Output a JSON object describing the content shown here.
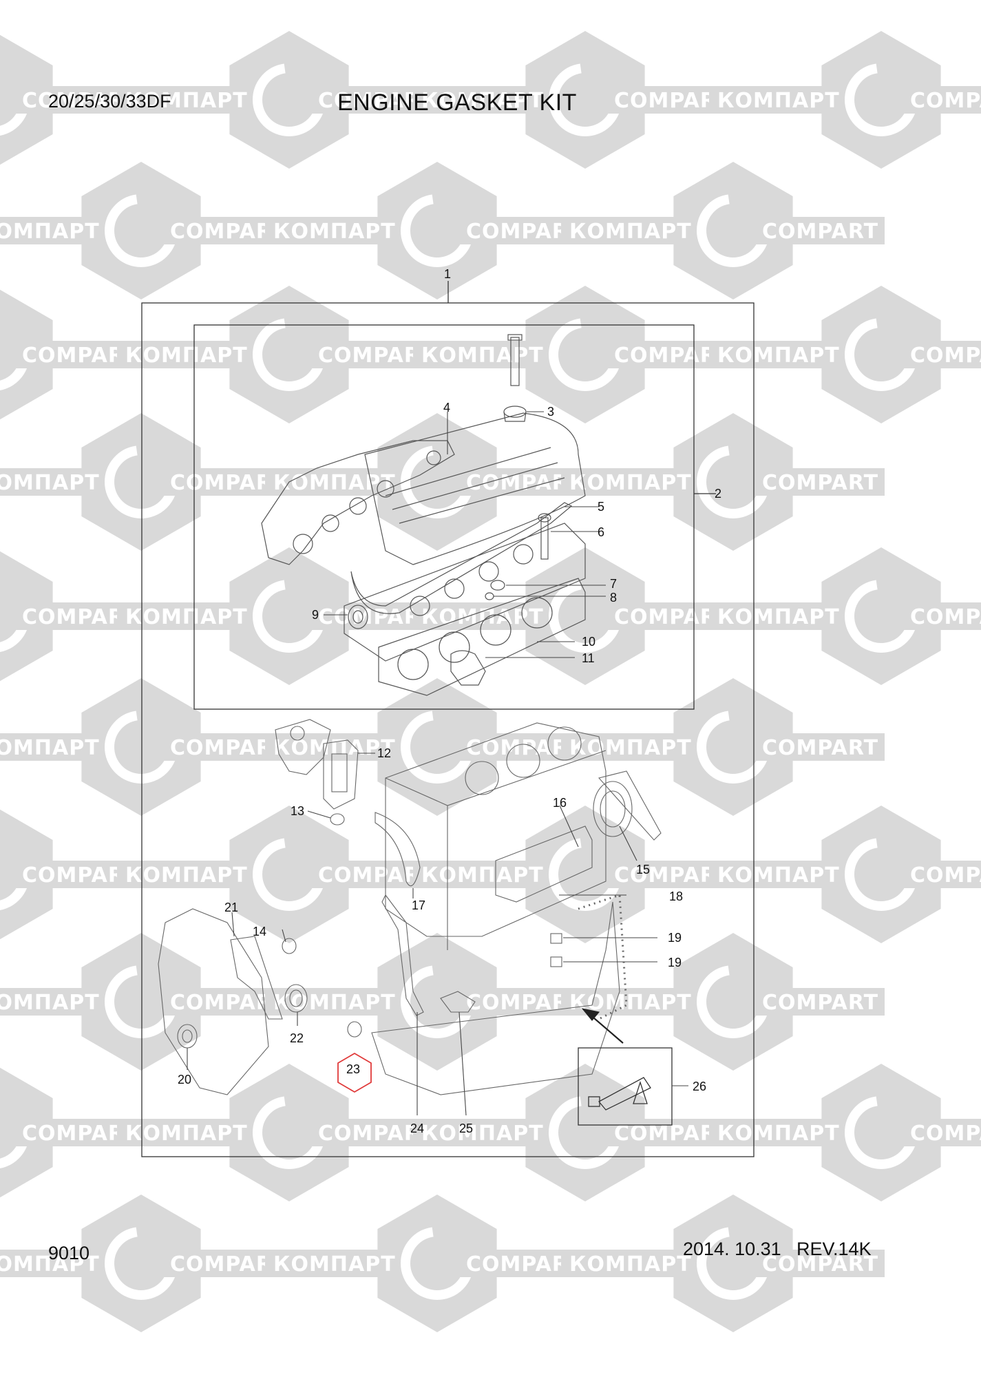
{
  "header": {
    "model": "20/25/30/33DF",
    "title": "ENGINE GASKET KIT"
  },
  "footer": {
    "page": "9010",
    "date": "2014. 10.31",
    "revision": "REV.14K"
  },
  "watermark": {
    "text_cyrillic": "КОМПАРТ",
    "text_latin": "COMPART"
  },
  "callouts": [
    "1",
    "2",
    "3",
    "4",
    "5",
    "6",
    "7",
    "8",
    "9",
    "10",
    "11",
    "12",
    "13",
    "14",
    "15",
    "16",
    "17",
    "18",
    "19",
    "19",
    "20",
    "21",
    "22",
    "23",
    "24",
    "25",
    "26"
  ],
  "highlighted_callout": "23",
  "colors": {
    "highlight": "#e03a3a",
    "watermark": "#d9d9d9",
    "line": "#333333"
  }
}
